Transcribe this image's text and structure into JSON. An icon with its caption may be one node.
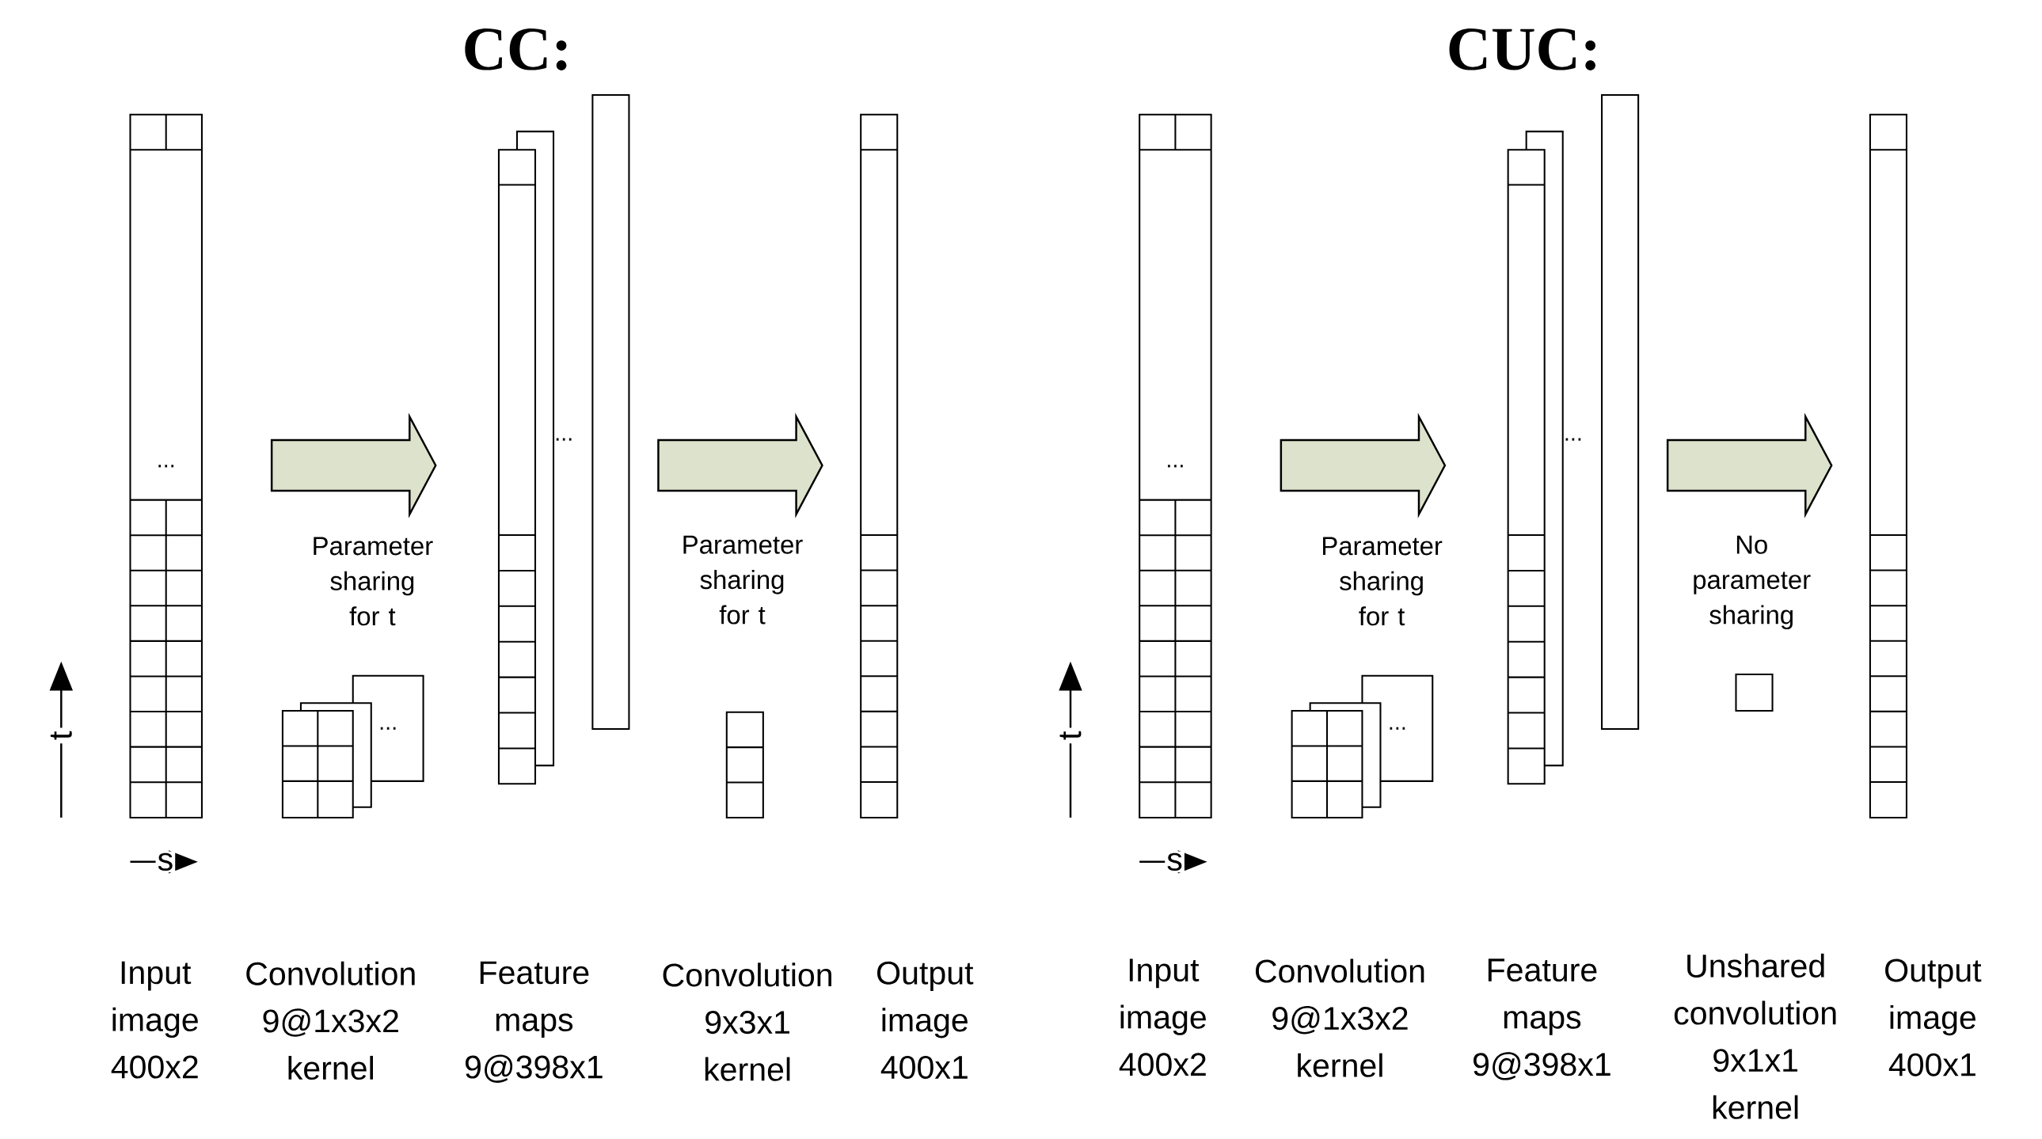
{
  "diagram": {
    "nodes": [
      {
        "text": [
          "..."
        ]
      },
      {
        "text": [
          "..."
        ]
      },
      {
        "text": [
          "..."
        ]
      },
      {
        "text": [],
        "shape": "box"
      },
      {
        "text": [],
        "shape": "box"
      },
      {
        "text": [
          "..."
        ]
      },
      {
        "text": [
          "..."
        ]
      },
      {
        "text": [
          "..."
        ]
      },
      {
        "text": [],
        "shape": "box"
      },
      {
        "text": [],
        "shape": "box"
      }
    ],
    "edges": [
      {
        "from": 0,
        "to": 2,
        "arrow": "to"
      },
      {
        "from": 2,
        "to": 4,
        "arrow": "to"
      },
      {
        "from": 5,
        "to": 7,
        "arrow": "to"
      },
      {
        "from": 7,
        "to": 9,
        "arrow": "to"
      }
    ],
    "labels": [
      "CC:",
      "CUC:",
      "Parameter sharing for t",
      "Parameter sharing for t",
      "Parameter sharing for t",
      "No parameter sharing",
      "t",
      "s",
      "t",
      "s",
      "Input image 400x2",
      "Convolution 9@1x3x2 kernel",
      "Feature maps 9@398x1",
      "Convolution 9x3x1 kernel",
      "Output image 400x1",
      "Input image 400x2",
      "Convolution 9@1x3x2 kernel",
      "Feature maps 9@398x1",
      "Unshared convolution 9x1x1 kernel",
      "Output image 400x1"
    ]
  }
}
